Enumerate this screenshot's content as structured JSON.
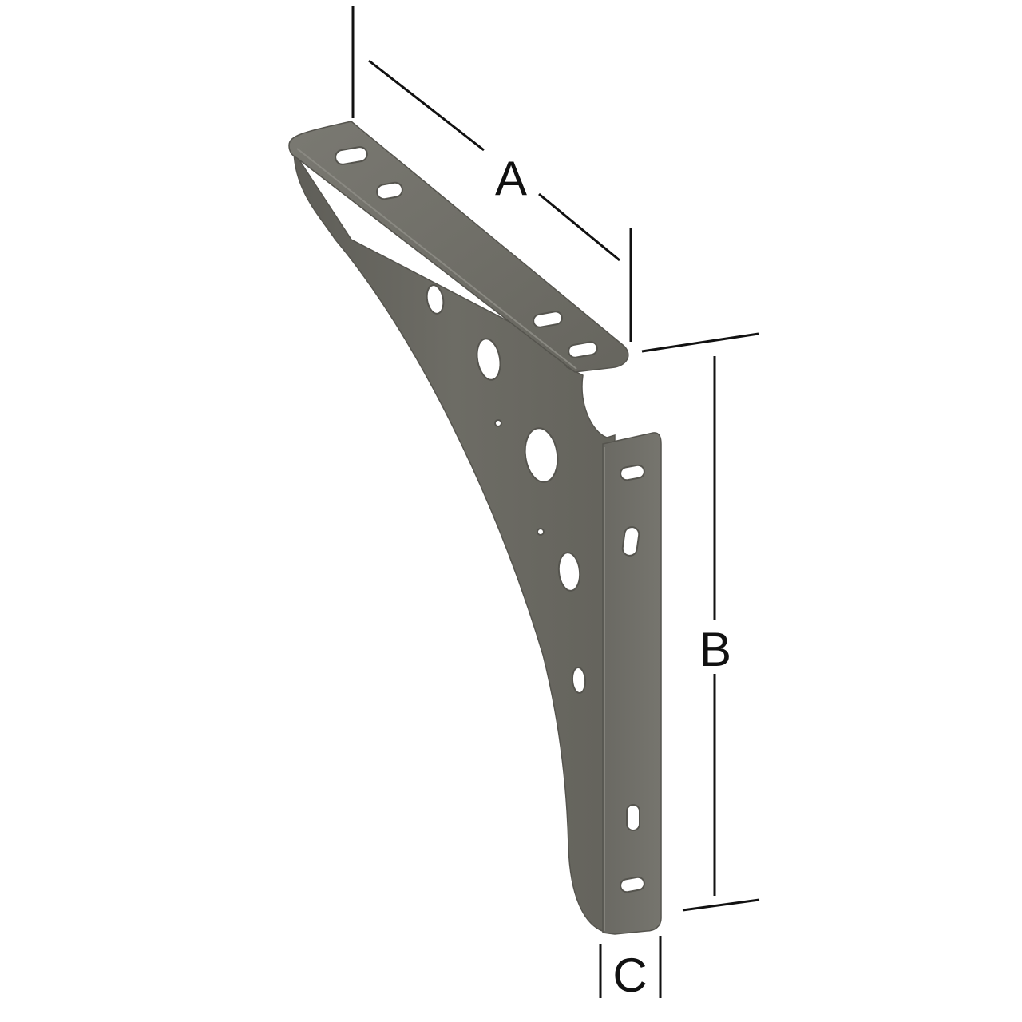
{
  "drawing": {
    "subject": "shelf bracket",
    "bracket_color": "#6e6d66",
    "bracket_edge_color": "#5a5953",
    "line_color": "#111111",
    "background": "#ffffff"
  },
  "dimensions": {
    "a": {
      "label": "A"
    },
    "b": {
      "label": "B"
    },
    "c": {
      "label": "C"
    }
  }
}
